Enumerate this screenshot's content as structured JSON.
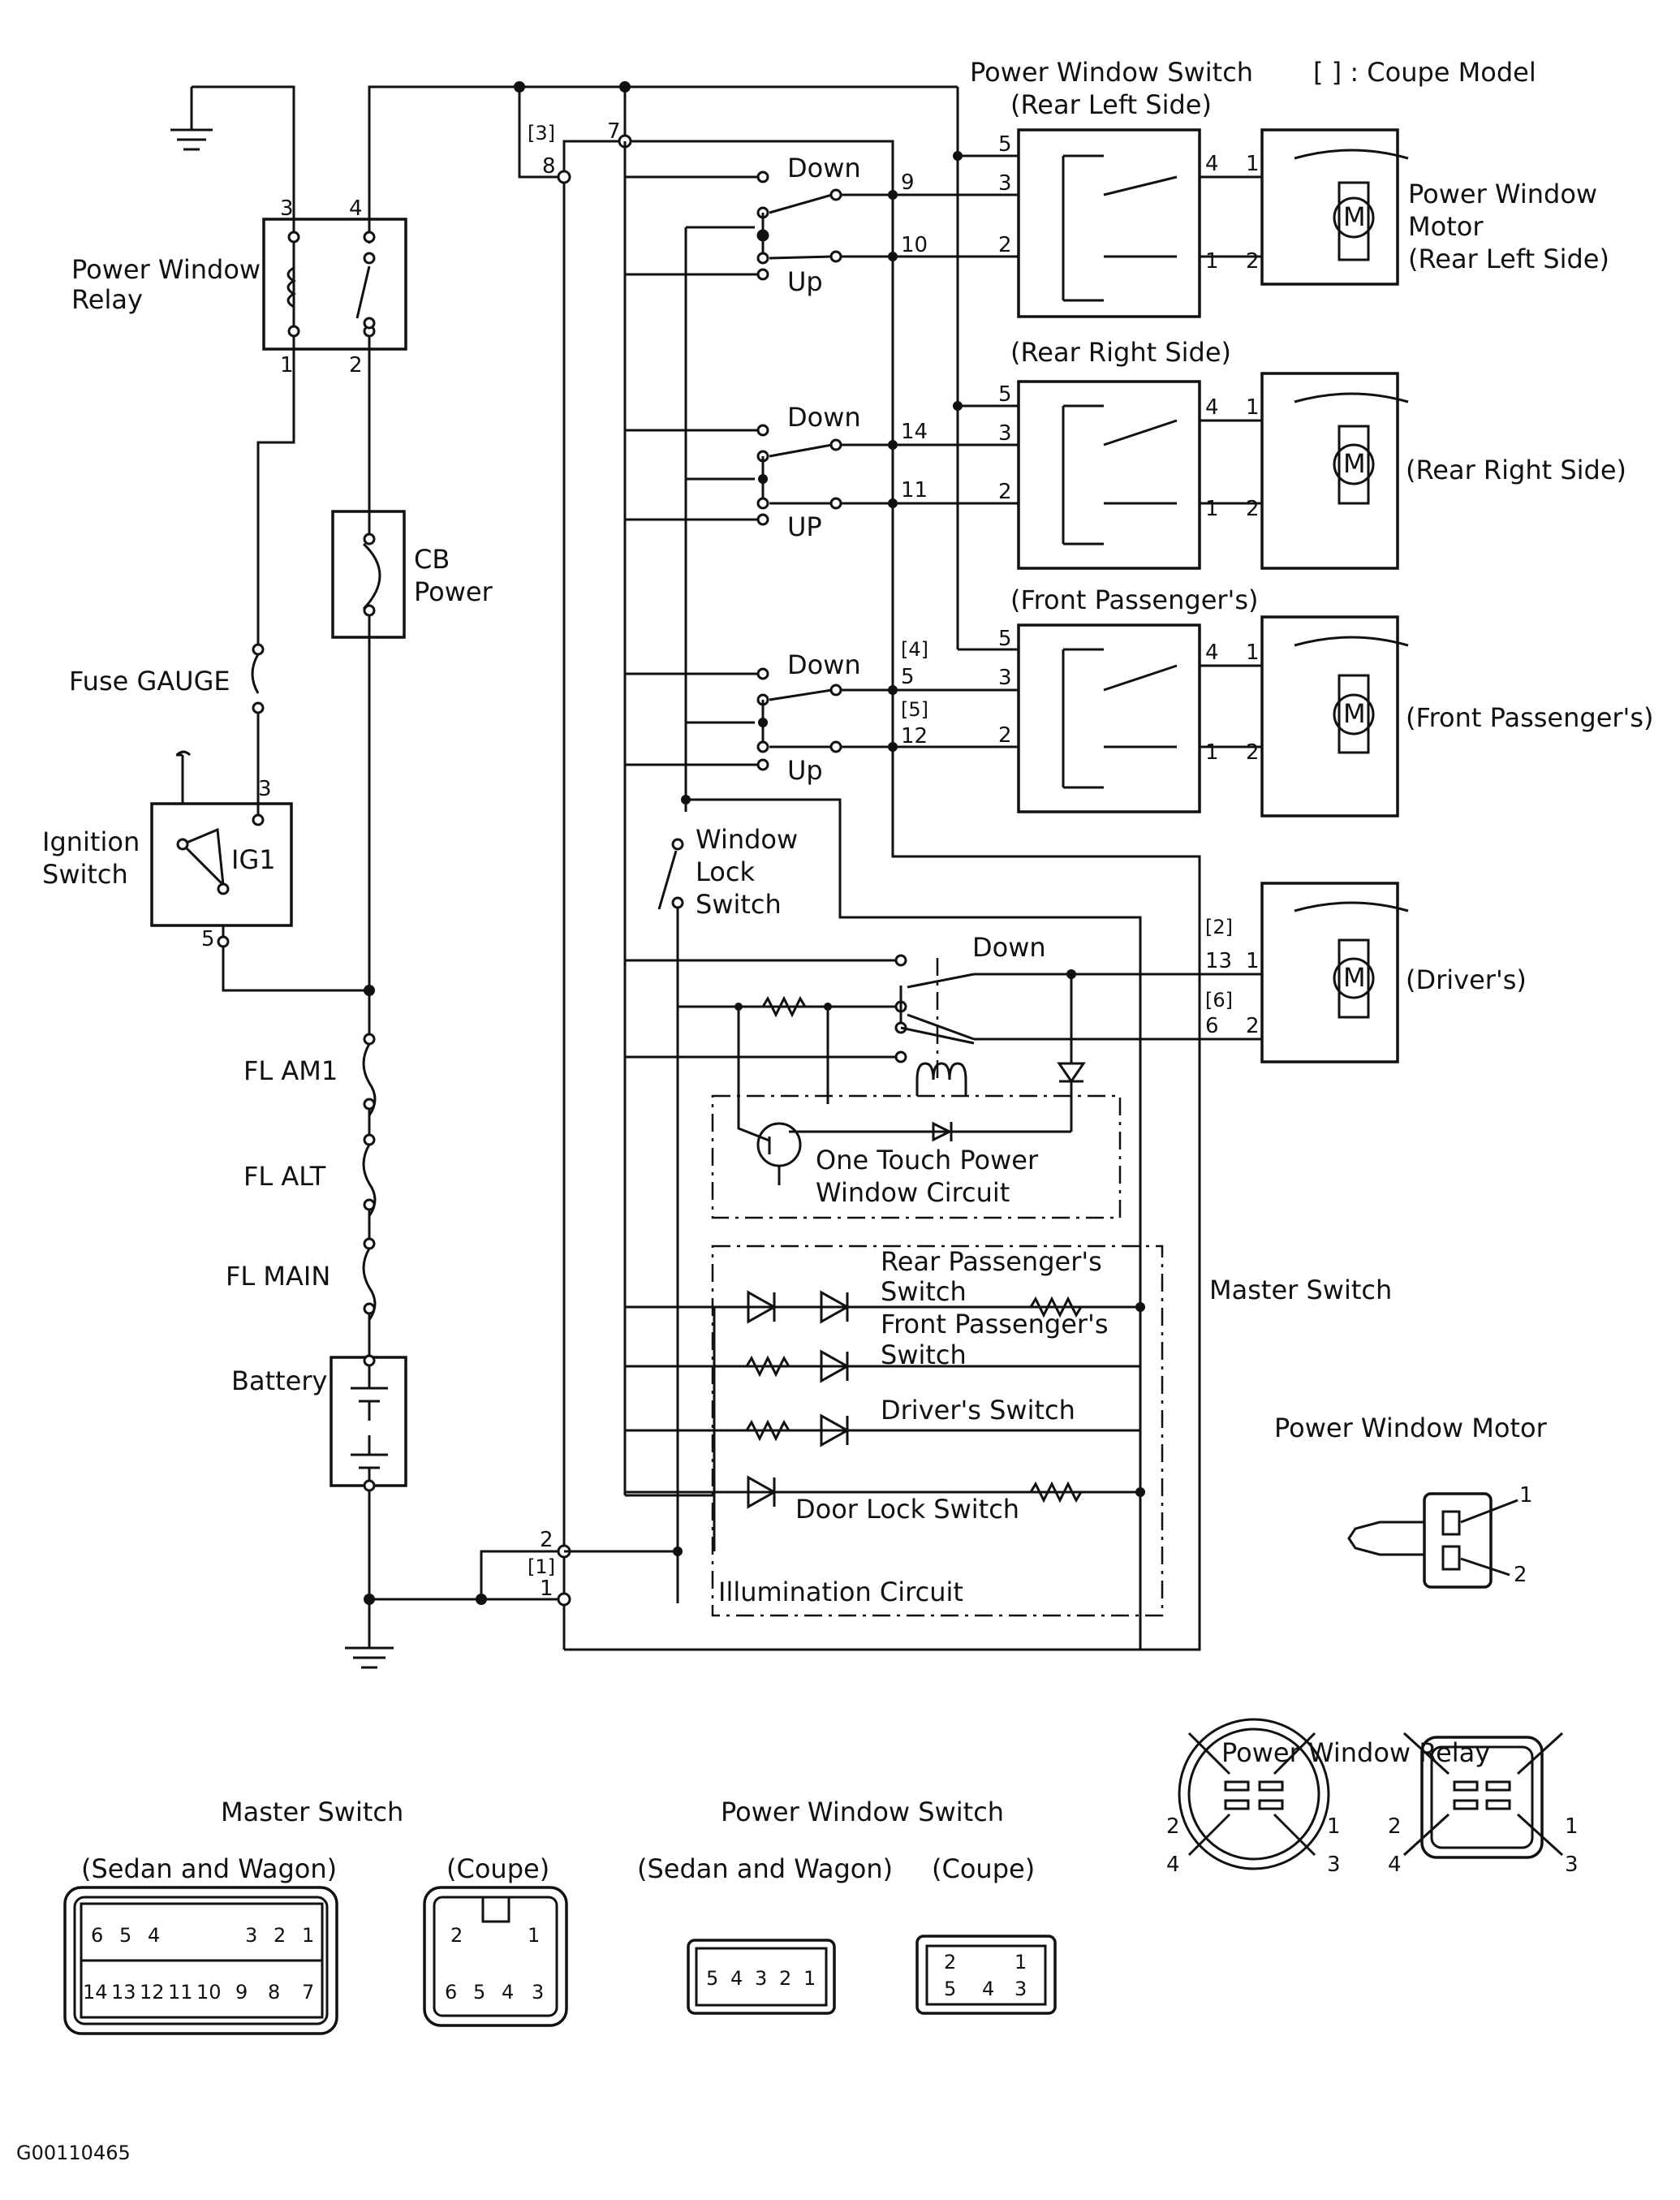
{
  "legend": "[  ] : Coupe Model",
  "figure_id": "G00110465",
  "components": {
    "relay": "Power Window Relay",
    "cb_power": [
      "CB",
      "Power"
    ],
    "fuse_gauge": "Fuse GAUGE",
    "ignition": [
      "Ignition",
      "Switch"
    ],
    "ig1": "IG1",
    "fl_am1": "FL AM1",
    "fl_alt": "FL ALT",
    "fl_main": "FL MAIN",
    "battery": "Battery",
    "window_lock": [
      "Window",
      "Lock",
      "Switch"
    ],
    "one_touch": [
      "One Touch Power",
      "Window Circuit"
    ],
    "rear_pass_sw": [
      "Rear Passenger's",
      "Switch"
    ],
    "front_pass_sw": [
      "Front Passenger's",
      "Switch"
    ],
    "drivers_sw": "Driver's Switch",
    "door_lock_sw": "Door Lock Switch",
    "illumination": "Illumination Circuit",
    "master_switch": "Master Switch",
    "pws_title": [
      "Power Window Switch",
      "(Rear Left Side)"
    ],
    "rear_right": "(Rear Right Side)",
    "front_pass": "(Front Passenger's)",
    "motor_rl": [
      "Power Window",
      "Motor",
      "(Rear Left Side)"
    ],
    "motor_rr": "(Rear Right Side)",
    "motor_fp": "(Front Passenger's)",
    "motor_dr": "(Driver's)",
    "down": "Down",
    "up": "Up",
    "up_caps": "UP",
    "motor_letter": "M"
  },
  "pins": {
    "relay": [
      "3",
      "4",
      "1",
      "2"
    ],
    "fuse_gauge": "3",
    "ignition": "5",
    "master": [
      "[3]",
      "7",
      "8",
      "9",
      "10",
      "14",
      "11",
      "[4]",
      "5",
      "[5]",
      "12",
      "[2]",
      "13",
      "[6]",
      "6",
      "2",
      "[1]",
      "1"
    ],
    "pws": [
      "5",
      "3",
      "2",
      "4",
      "1"
    ],
    "motor": [
      "1",
      "2"
    ]
  },
  "connectors": {
    "pwm_title": "Power Window Motor",
    "pwm_pins": [
      "1",
      "2"
    ],
    "relay_title": "Power Window Relay",
    "relay_pins": [
      "2",
      "1",
      "4",
      "3"
    ],
    "master_title": "Master Switch",
    "sedan_wagon": "(Sedan and Wagon)",
    "coupe": "(Coupe)",
    "pws_title": "Power Window Switch",
    "master_sw_top": [
      "6",
      "5",
      "4",
      "3",
      "2",
      "1"
    ],
    "master_sw_bottom": [
      "14",
      "13",
      "12",
      "11",
      "10",
      "9",
      "8",
      "7"
    ],
    "master_cp_top": [
      "2",
      "1"
    ],
    "master_cp_bottom": [
      "6",
      "5",
      "4",
      "3"
    ],
    "pws_sw_pins": [
      "5",
      "4",
      "3",
      "2",
      "1"
    ],
    "pws_cp_top": [
      "2",
      "1"
    ],
    "pws_cp_bottom": [
      "5",
      "4",
      "3"
    ]
  }
}
